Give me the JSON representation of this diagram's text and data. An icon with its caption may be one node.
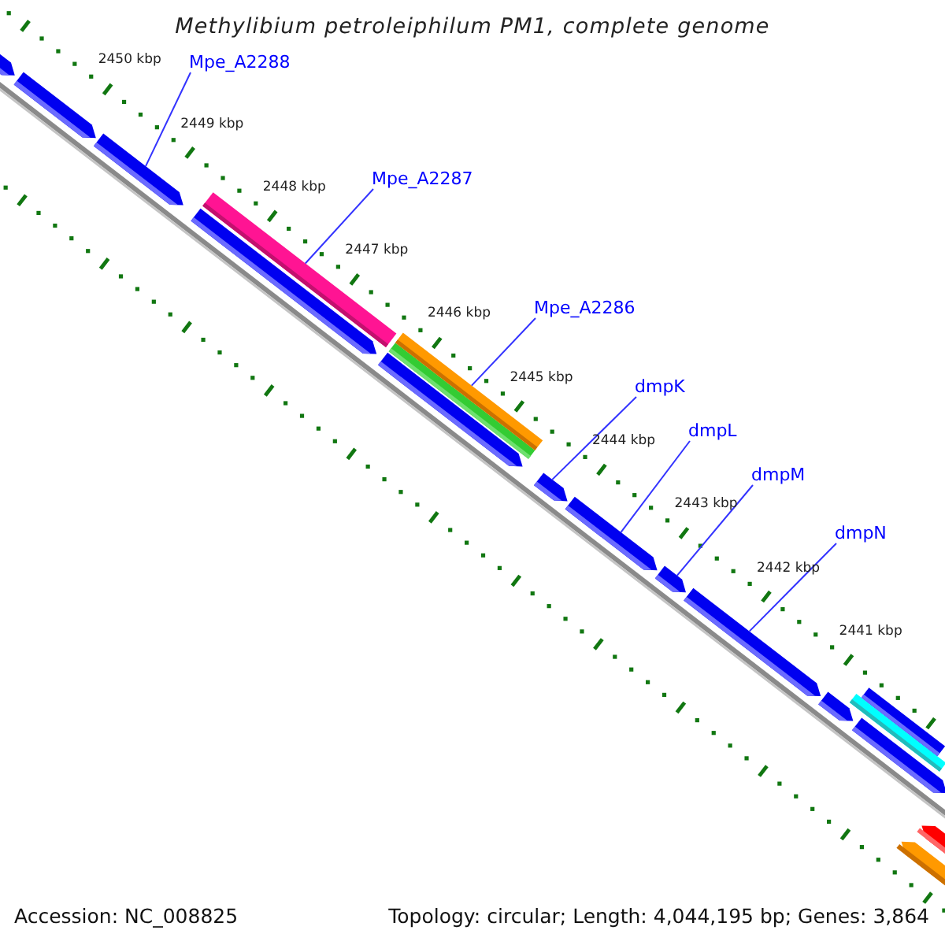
{
  "diagram": {
    "title": "Methylibium petroleiphilum PM1, complete genome",
    "nodes": [
      {
        "text": [
          "Mpe_A2288"
        ]
      },
      {
        "text": [
          "Mpe_A2287"
        ]
      },
      {
        "text": [
          "Mpe_A2286"
        ]
      },
      {
        "text": [
          "dmpK"
        ]
      },
      {
        "text": [
          "dmpL"
        ]
      },
      {
        "text": [
          "dmpM"
        ]
      },
      {
        "text": [
          "dmpN"
        ]
      },
      {
        "text": [],
        "shape": "pentagon"
      },
      {
        "text": [],
        "shape": "pentagon"
      },
      {
        "text": [],
        "shape": "pentagon"
      },
      {
        "text": [],
        "shape": "pentagon"
      },
      {
        "text": [],
        "shape": "bar"
      },
      {
        "text": [],
        "shape": "pentagon"
      },
      {
        "text": [],
        "shape": "bar"
      },
      {
        "text": [],
        "shape": "bar"
      },
      {
        "text": [],
        "shape": "pentagon"
      },
      {
        "text": [],
        "shape": "pentagon"
      },
      {
        "text": [],
        "shape": "pentagon"
      },
      {
        "text": [],
        "shape": "pentagon"
      },
      {
        "text": [],
        "shape": "pentagon"
      },
      {
        "text": [],
        "shape": "bar"
      },
      {
        "text": [],
        "shape": "bar"
      },
      {
        "text": [],
        "shape": "pentagon"
      },
      {
        "text": [],
        "shape": "pentagon"
      },
      {
        "text": [],
        "shape": "pentagon"
      }
    ],
    "edges": [
      {
        "from": 0,
        "to": 9,
        "arrow": "none"
      },
      {
        "from": 1,
        "to": 11,
        "arrow": "none"
      },
      {
        "from": 2,
        "to": 14,
        "arrow": "none"
      },
      {
        "from": 3,
        "to": 15,
        "arrow": "none"
      },
      {
        "from": 4,
        "to": 16,
        "arrow": "none"
      },
      {
        "from": 5,
        "to": 17,
        "arrow": "none"
      },
      {
        "from": 6,
        "to": 18,
        "arrow": "none"
      }
    ],
    "labels": [
      "2450 kbp",
      "2449 kbp",
      "2448 kbp",
      "2447 kbp",
      "2446 kbp",
      "2445 kbp",
      "2444 kbp",
      "2443 kbp",
      "2442 kbp",
      "2441 kbp",
      "Accession: NC_008825",
      "Topology: circular; Length: 4,044,195 bp; Genes: 3,864"
    ]
  }
}
